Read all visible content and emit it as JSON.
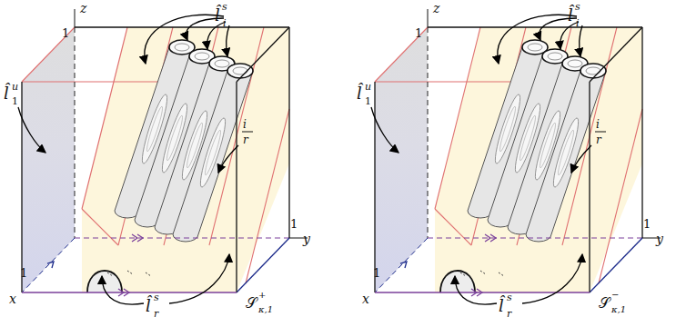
{
  "diagram": {
    "labels": [
      "z",
      "1",
      "l̂",
      "s",
      "i",
      "l̂",
      "u",
      "1",
      "i",
      "r",
      "y",
      "1",
      "1",
      "x",
      "l̂",
      "s",
      "r",
      "𝒮",
      "+",
      "κ,1",
      "z",
      "1",
      "l̂",
      "s",
      "i",
      "l̂",
      "u",
      "1",
      "i",
      "r",
      "y",
      "1",
      "1",
      "x",
      "l̂",
      "s",
      "r",
      "𝒮",
      "−",
      "κ,1"
    ]
  }
}
